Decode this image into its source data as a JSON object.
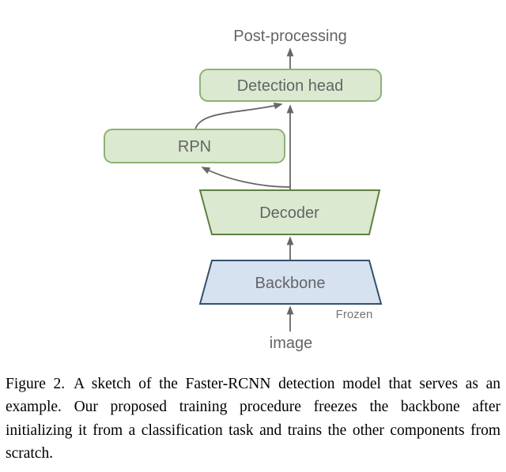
{
  "diagram": {
    "post_processing_label": "Post-processing",
    "detection_head_label": "Detection head",
    "rpn_label": "RPN",
    "decoder_label": "Decoder",
    "backbone_label": "Backbone",
    "frozen_label": "Frozen",
    "image_label": "image",
    "colors": {
      "green_fill": "#dbe9d0",
      "green_border_light": "#8eb174",
      "green_border_dark": "#5e8040",
      "blue_fill": "#d6e2f0",
      "blue_border": "#33506b",
      "arrow": "#666666",
      "label_text": "#646464",
      "muted_text": "#757575"
    }
  },
  "caption": {
    "label": "Figure 2.",
    "text": "A sketch of the Faster-RCNN detection model that serves as an example. Our proposed training procedure freezes the backbone after initializing it from a classification task and trains the other components from scratch."
  }
}
